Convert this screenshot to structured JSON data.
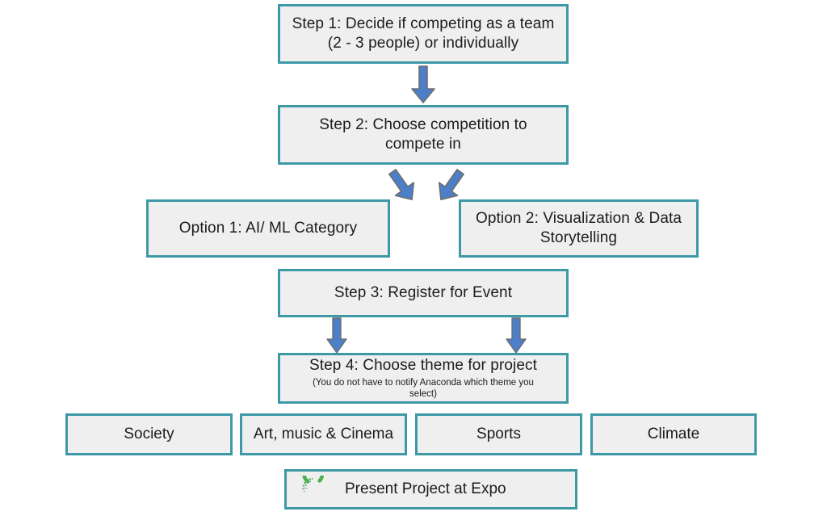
{
  "diagram": {
    "title": "Anaconda competition process flowchart",
    "colors": {
      "node_border": "#3e99a6",
      "node_fill": "#efefef",
      "arrow_fill": "#4d7fc9",
      "arrow_stroke": "#6a6a6a",
      "logo_green": "#43a047",
      "background": "#ffffff",
      "text": "#1c1c1c"
    },
    "nodes": {
      "step1": {
        "title": "Step 1: Decide if competing as a team\n(2 - 3 people) or individually"
      },
      "step2": {
        "title": "Step 2: Choose competition to\ncompete in"
      },
      "option1": {
        "title": "Option 1: AI/ ML Category"
      },
      "option2": {
        "title": "Option 2: Visualization & Data\nStorytelling"
      },
      "step3": {
        "title": "Step 3: Register for Event"
      },
      "step4": {
        "title": "Step 4: Choose theme for project",
        "subtitle": "(You do not have to notify Anaconda which theme you\nselect)"
      },
      "expo": {
        "label": "Present Project at Expo",
        "logo": "anaconda-logo"
      }
    },
    "themes": [
      {
        "label": "Society"
      },
      {
        "label": "Art, music & Cinema"
      },
      {
        "label": "Sports"
      },
      {
        "label": "Climate"
      }
    ],
    "arrows": [
      {
        "name": "step1-to-step2",
        "direction": "down"
      },
      {
        "name": "step2-to-option1",
        "direction": "down-left"
      },
      {
        "name": "step2-to-option2",
        "direction": "down-right"
      },
      {
        "name": "step3-to-step4-left",
        "direction": "down"
      },
      {
        "name": "step3-to-step4-right",
        "direction": "down"
      }
    ]
  }
}
